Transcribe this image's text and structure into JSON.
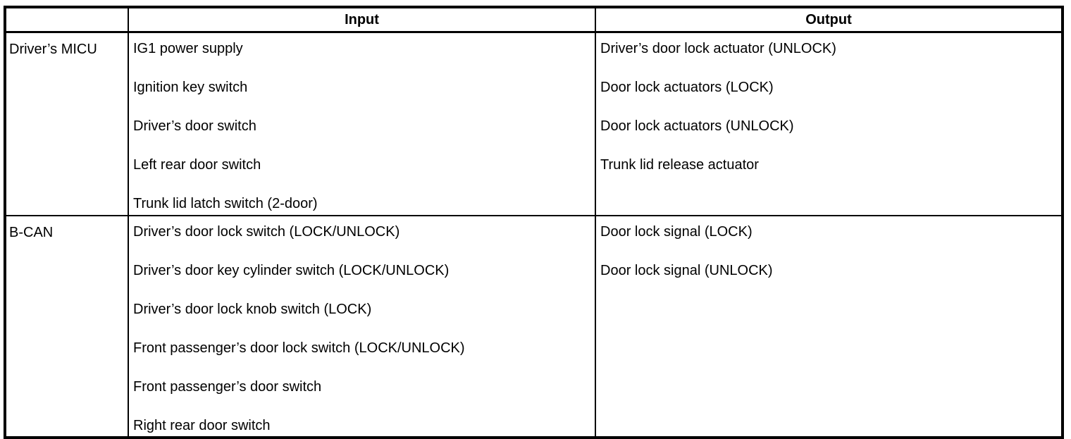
{
  "table": {
    "headers": {
      "label_col": "",
      "input": "Input",
      "output": "Output"
    },
    "sections": [
      {
        "label": "Driver’s MICU",
        "inputs": [
          "IG1 power supply",
          "Ignition key switch",
          "Driver’s door switch",
          "Left rear door switch",
          "Trunk lid latch switch (2-door)"
        ],
        "outputs": [
          "Driver’s door lock actuator (UNLOCK)",
          "Door lock actuators (LOCK)",
          "Door lock actuators (UNLOCK)",
          "Trunk lid release actuator"
        ]
      },
      {
        "label": "B-CAN",
        "inputs": [
          "Driver’s door lock switch (LOCK/UNLOCK)",
          "Driver’s door key cylinder switch (LOCK/UNLOCK)",
          "Driver’s door lock knob switch (LOCK)",
          "Front passenger’s door lock switch (LOCK/UNLOCK)",
          "Front passenger’s door switch",
          "Right rear door switch"
        ],
        "outputs": [
          "Door lock signal (LOCK)",
          "Door lock signal (UNLOCK)"
        ]
      }
    ],
    "colors": {
      "border": "#000000",
      "text": "#000000",
      "background": "#ffffff"
    }
  }
}
